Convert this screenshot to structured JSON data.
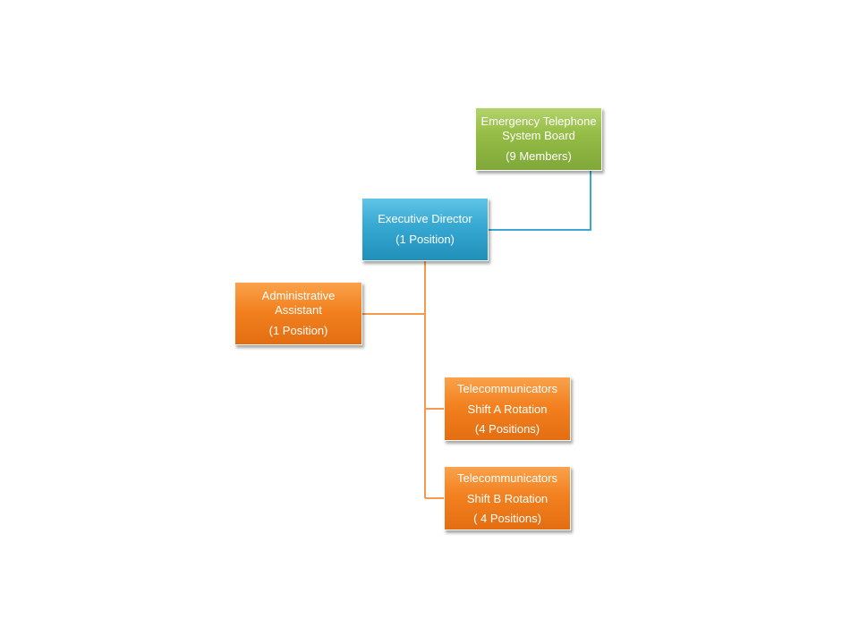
{
  "org_chart": {
    "board": {
      "line1": "Emergency Telephone",
      "line2": "System Board",
      "line3": "(9 Members)"
    },
    "director": {
      "line1": "Executive Director",
      "line2": "(1 Position)"
    },
    "assistant": {
      "line1": "Administrative",
      "line2": "Assistant",
      "line3": "(1 Position)"
    },
    "shift_a": {
      "line1": "Telecommunicators",
      "line2": "Shift  A Rotation",
      "line3": "(4 Positions)"
    },
    "shift_b": {
      "line1": "Telecommunicators",
      "line2": "Shift B Rotation",
      "line3": "( 4 Positions)"
    }
  },
  "colors": {
    "board_fill": "#94bb44",
    "director_fill": "#36a8d2",
    "staff_fill": "#f3811f",
    "board_connector": "#3aa8d1",
    "staff_connector": "#f59a4c"
  }
}
